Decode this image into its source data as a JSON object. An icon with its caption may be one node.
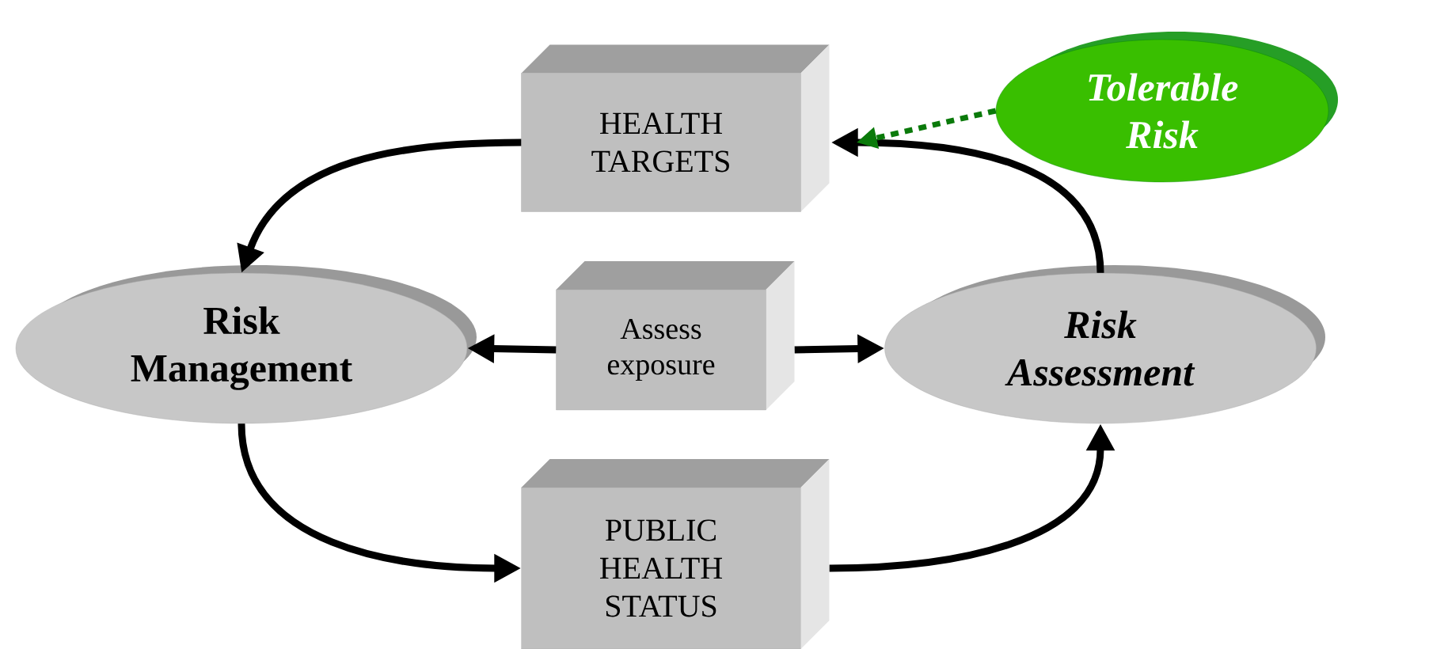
{
  "diagram": {
    "nodes": [
      {
        "text": [
          "HEALTH TARGETS"
        ]
      },
      {
        "text": [
          "Tolerable Risk"
        ]
      },
      {
        "text": [
          "Risk Management"
        ]
      },
      {
        "text": [
          "Assess exposure"
        ]
      },
      {
        "text": [
          "Risk Assessment"
        ]
      },
      {
        "text": [
          "PUBLIC HEALTH STATUS"
        ]
      }
    ],
    "edges": [
      {
        "from": 0,
        "to": 2,
        "arrow": "to"
      },
      {
        "from": 4,
        "to": 0,
        "arrow": "to"
      },
      {
        "from": 1,
        "to": 0,
        "arrow": "to",
        "style": "dashed",
        "color": "#0a7a0a"
      },
      {
        "from": 3,
        "to": 2,
        "arrow": "to"
      },
      {
        "from": 3,
        "to": 4,
        "arrow": "to"
      },
      {
        "from": 2,
        "to": 5,
        "arrow": "to"
      },
      {
        "from": 5,
        "to": 4,
        "arrow": "to"
      }
    ]
  }
}
